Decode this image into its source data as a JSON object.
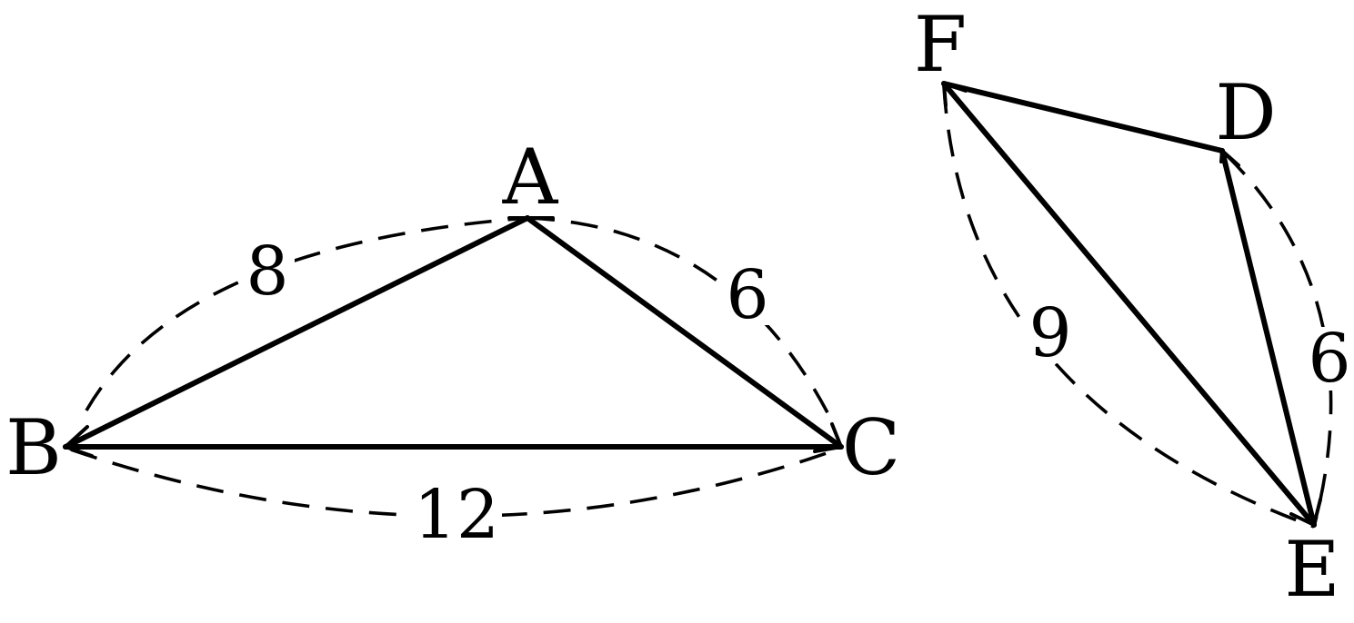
{
  "triangle_abc": {
    "vertices": {
      "A": "A",
      "B": "B",
      "C": "C"
    },
    "measures": {
      "AB": "8",
      "AC": "6",
      "BC": "12"
    }
  },
  "triangle_def": {
    "vertices": {
      "D": "D",
      "E": "E",
      "F": "F"
    },
    "measures": {
      "FE": "9",
      "DE": "6"
    }
  }
}
